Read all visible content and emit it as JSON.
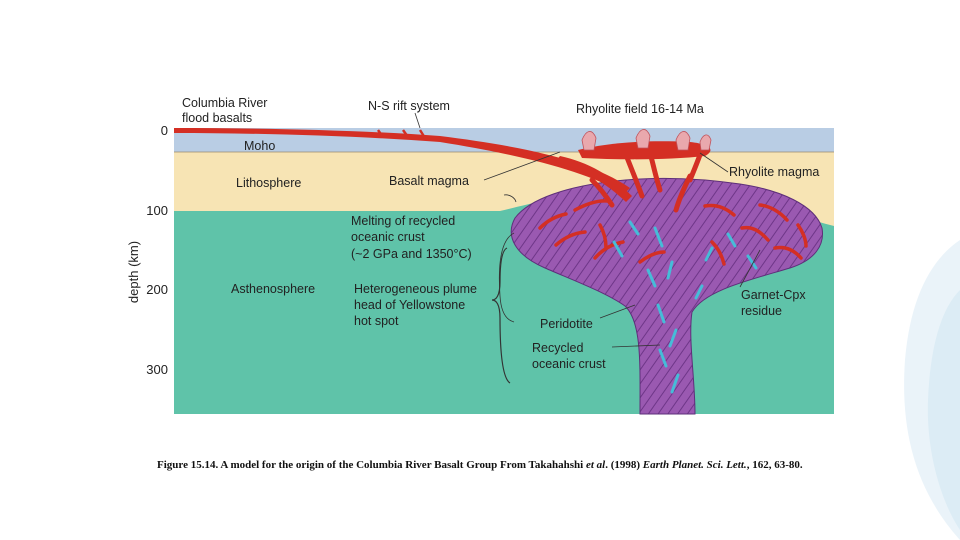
{
  "diagram": {
    "labels": {
      "columbia_river": "Columbia River",
      "flood_basalts": "flood basalts",
      "ns_rift": "N-S rift system",
      "rhyolite_field": "Rhyolite field 16-14 Ma",
      "moho": "Moho",
      "lithosphere": "Lithosphere",
      "basalt_magma": "Basalt magma",
      "rhyolite_magma": "Rhyolite magma",
      "melting_1": "Melting of recycled",
      "melting_2": "oceanic crust",
      "melting_3": "(~2 GPa and 1350°C)",
      "asthenosphere": "Asthenosphere",
      "plume_1": "Heterogeneous plume",
      "plume_2": "head of Yellowstone",
      "plume_3": "hot spot",
      "peridotite": "Peridotite",
      "recycled_1": "Recycled",
      "recycled_2": "oceanic crust",
      "garnet_1": "Garnet-Cpx",
      "garnet_2": "residue"
    },
    "axis": {
      "label": "depth (km)",
      "ticks": [
        "0",
        "100",
        "200",
        "300"
      ]
    },
    "colors": {
      "crust": "#b9cde4",
      "lithosphere": "#f7e4b4",
      "asthenosphere": "#5fc3a9",
      "plume": "#9a59b1",
      "magma": "#d42f24",
      "recycled_crust": "#46bcd8"
    }
  },
  "caption": {
    "main": "Figure 15.14. A model for the origin of the Columbia River Basalt Group From Takahahshi ",
    "etal": "et al",
    "year": ". (1998) ",
    "journal": "Earth Planet. Sci. Lett.",
    "pages": ", 162, 63-80."
  }
}
